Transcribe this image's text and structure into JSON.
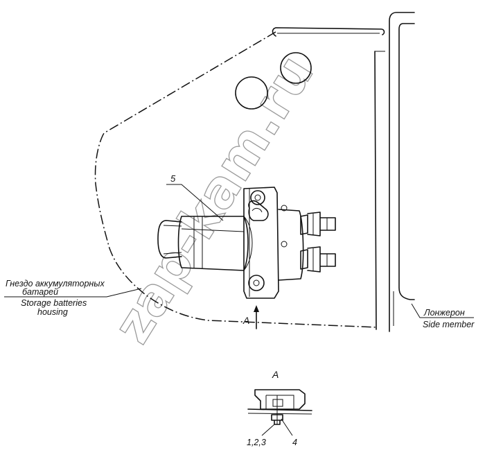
{
  "labels": {
    "part_5": "5",
    "housing_ru_1": "Гнездо аккумуляторных",
    "housing_ru_2": "батарей",
    "housing_en_1": "Storage batteries",
    "housing_en_2": "housing",
    "view_arrow": "A",
    "side_member_ru": "Лонжерон",
    "side_member_en": "Side member",
    "detail_title": "A",
    "parts_123": "1,2,3",
    "part_4": "4"
  },
  "watermark": {
    "text": "zap-kam.ru"
  }
}
